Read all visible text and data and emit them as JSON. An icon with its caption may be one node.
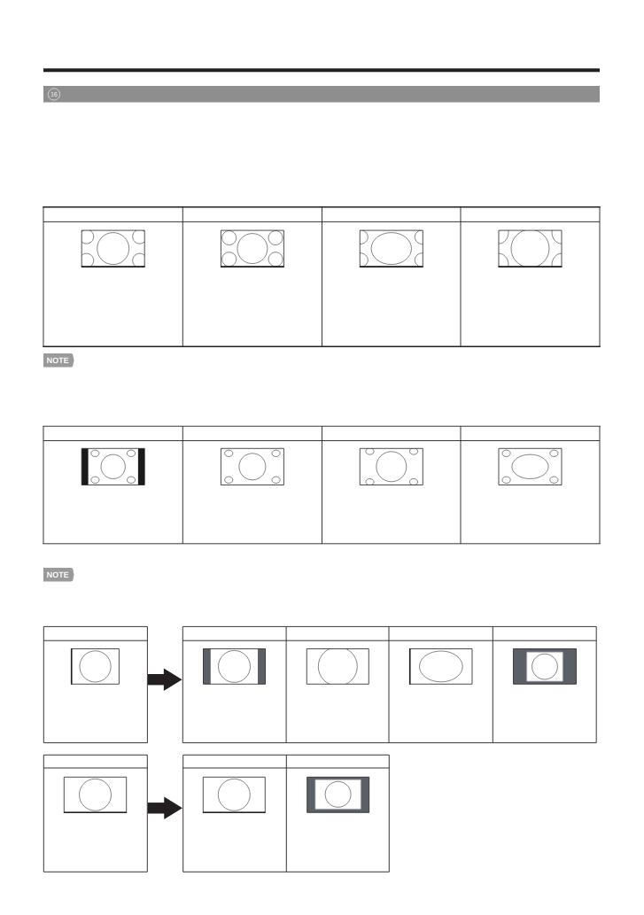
{
  "diagram": {
    "nodes": [
      {
        "text": [],
        "shape": "box"
      },
      {
        "text": [],
        "shape": "box"
      },
      {
        "text": [],
        "shape": "box"
      },
      {
        "text": [],
        "shape": "box"
      }
    ],
    "edges": [
      {
        "from": 0,
        "to": 1,
        "arrow": "to"
      },
      {
        "from": 2,
        "to": 3,
        "arrow": "to"
      }
    ],
    "labels": [
      "16",
      "NOTE",
      "NOTE"
    ]
  }
}
